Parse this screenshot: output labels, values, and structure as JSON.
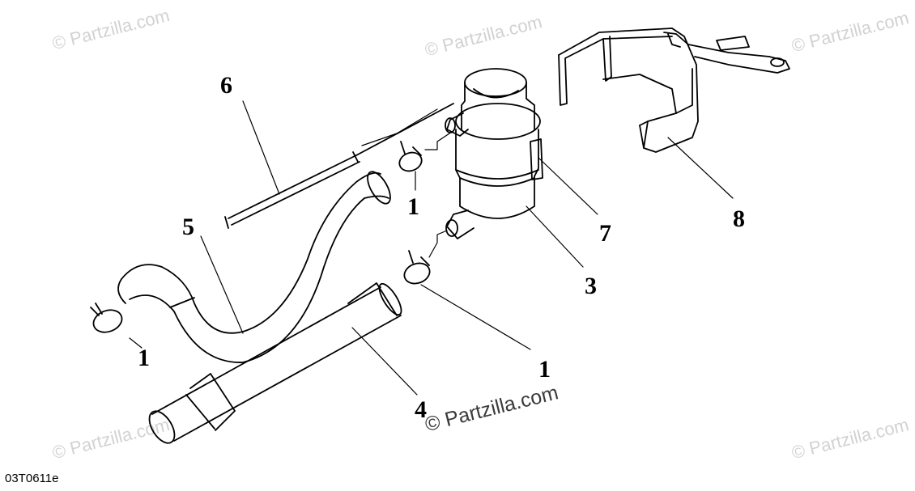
{
  "watermark": {
    "faint_text": "© Partzilla.com",
    "main_text": "© Partzilla.com"
  },
  "diagram_code": "03T0611e",
  "callouts": [
    {
      "id": "c6",
      "text": "6"
    },
    {
      "id": "c5",
      "text": "5"
    },
    {
      "id": "c1a",
      "text": "1"
    },
    {
      "id": "c1b",
      "text": "1"
    },
    {
      "id": "c1c",
      "text": "1"
    },
    {
      "id": "c4",
      "text": "4"
    },
    {
      "id": "c3",
      "text": "3"
    },
    {
      "id": "c7",
      "text": "7"
    },
    {
      "id": "c8",
      "text": "8"
    }
  ],
  "colors": {
    "line": "#000000",
    "watermark": "#d2d2d2",
    "background": "#ffffff"
  }
}
